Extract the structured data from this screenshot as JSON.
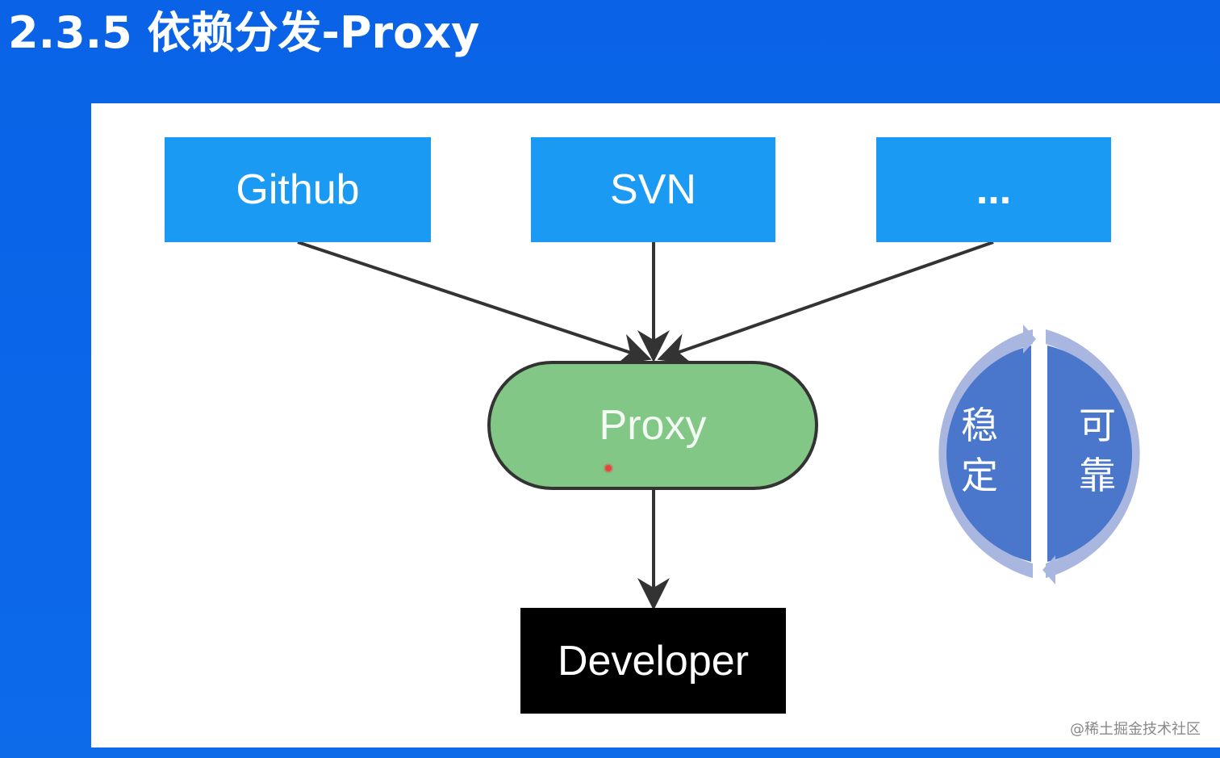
{
  "slide": {
    "title": "2.3.5 依赖分发-Proxy"
  },
  "diagram": {
    "sources": [
      {
        "id": "github",
        "label": "Github"
      },
      {
        "id": "svn",
        "label": "SVN"
      },
      {
        "id": "more",
        "label": "..."
      }
    ],
    "hub": {
      "label": "Proxy"
    },
    "target": {
      "label": "Developer"
    },
    "cycle": {
      "left_label": "稳\n定",
      "right_label": "可\n靠"
    },
    "colors": {
      "background": "#0b66e8",
      "source_box": "#1a9af2",
      "proxy_fill": "#82c785",
      "developer_box": "#000000",
      "cycle_fill": "#4a77cc",
      "cycle_ring": "#a8b6e0"
    }
  },
  "watermark": "@稀土掘金技术社区"
}
